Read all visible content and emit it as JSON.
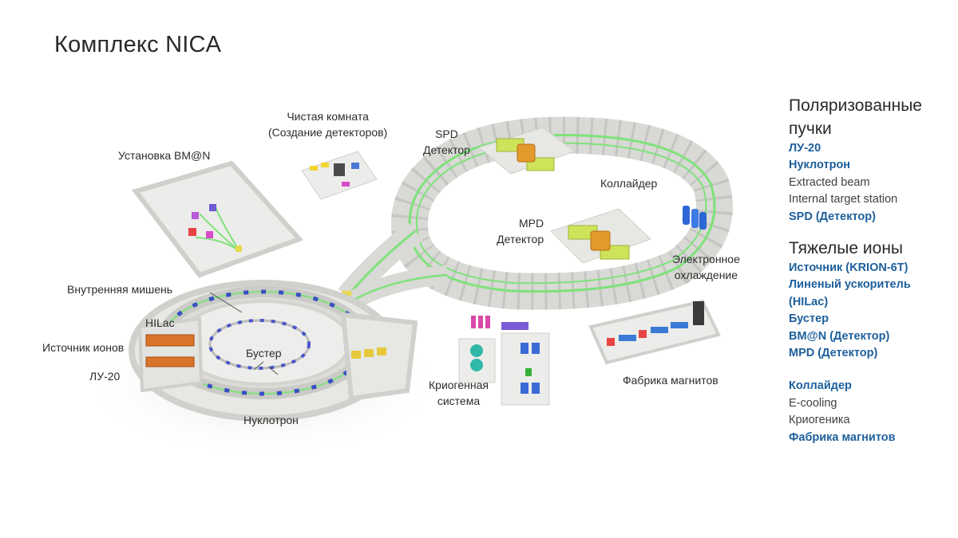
{
  "title": "Комплекс NICA",
  "diagram_labels": {
    "clean_room_l1": "Чистая комната",
    "clean_room_l2": "(Создание детекторов)",
    "bmn": "Установка BM@N",
    "spd_l1": "SPD",
    "spd_l2": "Детектор",
    "collider": "Коллайдер",
    "mpd_l1": "MPD",
    "mpd_l2": "Детектор",
    "ecool_l1": "Электронное",
    "ecool_l2": "охлаждение",
    "internal_target": "Внутренняя мишень",
    "hilac": "HILac",
    "ion_source": "Источник ионов",
    "lu20": "ЛУ-20",
    "booster": "Бустер",
    "nuclotron": "Нуклотрон",
    "cryo_l1": "Криогенная",
    "cryo_l2": "система",
    "magnet_factory": "Фабрика магнитов"
  },
  "legend": {
    "polarized_heading_l1": "Поляризованные",
    "polarized_heading_l2": "пучки",
    "polarized_items": [
      "ЛУ-20",
      "Нуклотрон",
      "Extracted beam",
      "Internal target station",
      "SPD (Детектор)"
    ],
    "heavy_heading": "Тяжелые ионы",
    "heavy_items": [
      "Источник (KRION-6T)",
      "Линеный ускоритель",
      "(HILac)",
      "Бустер",
      "BM@N (Детектор)",
      "MPD (Детектор)"
    ],
    "facility_items": [
      "Коллайдер",
      "E-cooling",
      "Криогеника",
      "Фабрика магнитов"
    ]
  },
  "colors": {
    "link": "#1d5f9c",
    "beamline": "#6fe06a",
    "floor": "#e3e3e1",
    "wall": "#d2d2cf",
    "detector_yellow": "#cfe35a",
    "magnet_orange": "#e39a2c",
    "dipole_blue": "#3b55c9"
  }
}
